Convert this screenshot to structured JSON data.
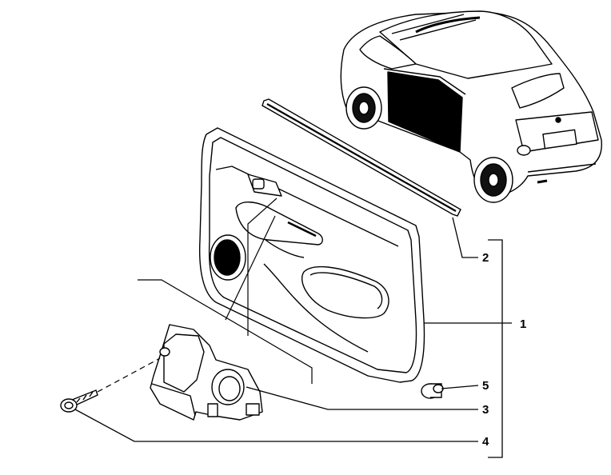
{
  "diagram": {
    "callouts": [
      {
        "id": "1",
        "label": "1"
      },
      {
        "id": "2",
        "label": "2"
      },
      {
        "id": "3",
        "label": "3"
      },
      {
        "id": "4",
        "label": "4"
      },
      {
        "id": "5",
        "label": "5"
      }
    ],
    "parts": {
      "car": "car-illustration",
      "door_panel": "door-trim-panel",
      "weatherstrip": "window-weatherstrip",
      "handle_bracket": "inner-handle-bracket",
      "screw": "fixing-screw",
      "clip": "fastening-clip"
    }
  }
}
